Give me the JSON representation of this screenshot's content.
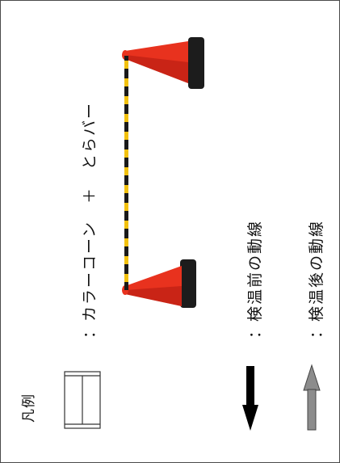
{
  "legend": {
    "title": "凡例",
    "items": [
      {
        "symbol": "color-cone-bar",
        "label": "：カラーコーン　＋　とらバー"
      },
      {
        "symbol": "black-arrow",
        "label": "：検温前の動線",
        "color": "#000000"
      },
      {
        "symbol": "gray-arrow",
        "label": "：検温後の動線",
        "color": "#8c8c8c"
      }
    ]
  },
  "colors": {
    "cone": "#e8321e",
    "cone_dark": "#b41a10",
    "cone_base": "#1c1c1c",
    "bar_yellow": "#f2c10f",
    "bar_black": "#1a1a1a",
    "border": "#4a4a4a"
  }
}
